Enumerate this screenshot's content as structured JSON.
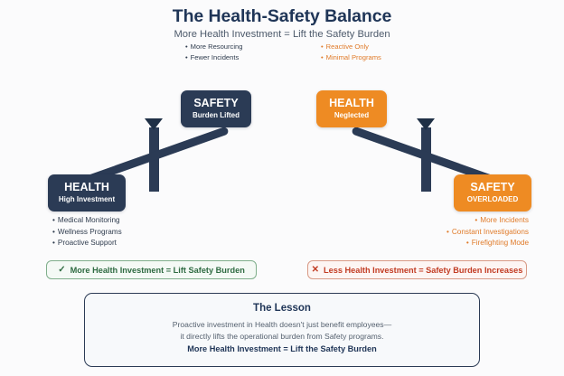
{
  "header": {
    "title": "The Health-Safety Balance",
    "subtitle": "More Health Investment = Lift the Safety Burden"
  },
  "top_bullets": {
    "left": [
      "More Resourcing",
      "Fewer Incidents"
    ],
    "right": [
      "Reactive Only",
      "Minimal Programs"
    ]
  },
  "left_scenario": {
    "raised_box": {
      "title": "SAFETY",
      "subtitle": "Burden Lifted"
    },
    "lowered_box": {
      "title": "HEALTH",
      "subtitle": "High Investment"
    },
    "bullets": [
      "Medical Monitoring",
      "Wellness Programs",
      "Proactive Support"
    ],
    "banner": {
      "mark": "✓",
      "text": "More Health Investment = Lift Safety Burden"
    }
  },
  "right_scenario": {
    "raised_box": {
      "title": "HEALTH",
      "subtitle": "Neglected"
    },
    "lowered_box": {
      "title": "SAFETY",
      "subtitle": "OVERLOADED"
    },
    "bullets": [
      "More Incidents",
      "Constant Investigations",
      "Firefighting Mode"
    ],
    "banner": {
      "mark": "✕",
      "text": "Less Health Investment = Safety Burden Increases"
    }
  },
  "lesson": {
    "title": "The Lesson",
    "line1": "Proactive investment in Health doesn't just benefit employees—",
    "line2": "it directly lifts the operational burden from Safety programs.",
    "emphasis": "More Health Investment = Lift the Safety Burden"
  },
  "bullet_glyph": "•",
  "colors": {
    "navy": "#2b3b55",
    "orange": "#ee8b23",
    "title_navy": "#1f3557",
    "good_green": "#2f6b42",
    "bad_red": "#c23c23",
    "background": "#fbfbfc"
  }
}
